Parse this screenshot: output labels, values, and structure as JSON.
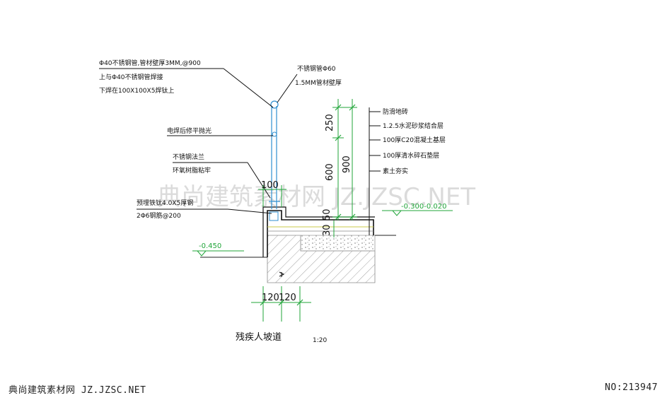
{
  "drawing": {
    "title": "残疾人坡道",
    "scale": "1:20",
    "callouts_left": [
      "Φ40不锈钢管,管材壁厚3MM,@900",
      "上与Φ40不锈钢管焊接",
      "下焊在100X100X5焊钛上",
      "电焊后修平抛光",
      "不锈钢法兰",
      "环氧树脂粘牢",
      "预埋铁钛4.0X5厚钢",
      "2Φ6钢筋@200"
    ],
    "callouts_top": [
      "不锈钢管Φ60",
      "1.5MM管材壁厚"
    ],
    "layers": [
      "防滑地砖",
      "1.2.5水泥砂浆结合层",
      "100厚C20混凝土基层",
      "100厚清水碎石垫层",
      "素土夯实"
    ],
    "dimensions": {
      "rail_upper": "250",
      "rail_lower": "600",
      "rail_total": "900",
      "curb_width": "100",
      "slab_a": "30",
      "slab_b": "50",
      "base_a": "120",
      "base_b": "120"
    },
    "levels": {
      "left": "-0.450",
      "right": "-0.300-0.020"
    },
    "colors": {
      "dim_line": "#21a53a",
      "handrail": "#2f8fd0",
      "construction": "#c8c84a",
      "hatch": "#8a8a8a"
    }
  },
  "watermark": "典尚建筑素材网 JZ.JZSC.NET",
  "footer": {
    "site": "典尚建筑素材网 JZ.JZSC.NET",
    "id": "NO:213947"
  }
}
